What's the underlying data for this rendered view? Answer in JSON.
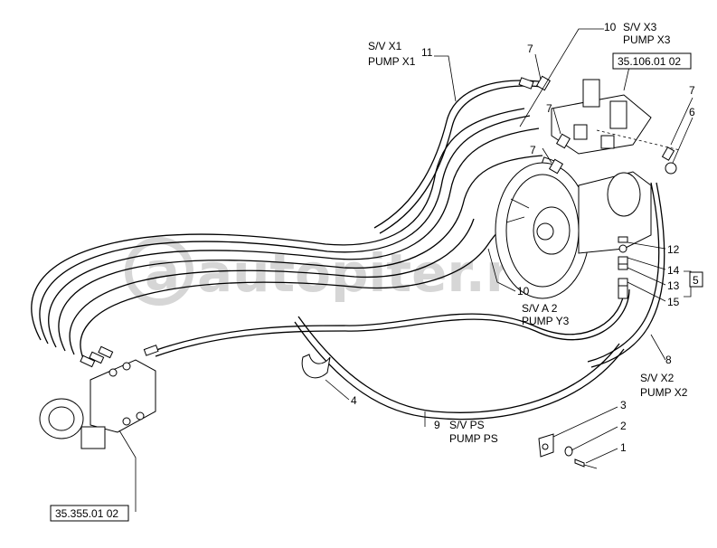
{
  "watermark": "autopiter.ru",
  "references": {
    "top": "35.106.01 02",
    "bottom": "35.355.01 02"
  },
  "callouts": {
    "c1": "1",
    "c2": "2",
    "c3": "3",
    "c4": "4",
    "c5_box": "5",
    "c6": "6",
    "c7a": "7",
    "c7b": "7",
    "c7c": "7",
    "c7d": "7",
    "c8": "8",
    "c9": "9",
    "c10a": "10",
    "c10b": "10",
    "c11": "11",
    "c12": "12",
    "c13": "13",
    "c14": "14",
    "c15": "15"
  },
  "captions": {
    "x1_line1": "S/V X1",
    "x1_line2": "PUMP X1",
    "x3_line1": "S/V X3",
    "x3_line2": "PUMP X3",
    "a2_line1": "S/V A 2",
    "a2_line2": "PUMP Y3",
    "x2_line1": "S/V X2",
    "x2_line2": "PUMP X2",
    "ps_line1": "S/V PS",
    "ps_line2": "PUMP PS"
  }
}
